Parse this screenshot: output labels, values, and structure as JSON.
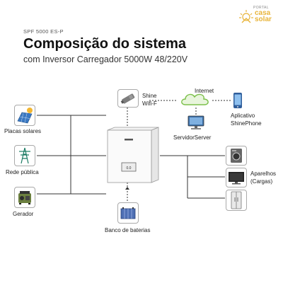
{
  "header": {
    "model": "SPF 5000 ES-P",
    "title": "Composição do sistema",
    "subtitle": "com Inversor Carregador 5000W 48/220V"
  },
  "logo": {
    "top": "PORTAL",
    "line1": "casa",
    "line2": "solar"
  },
  "labels": {
    "solar": "Placas solares",
    "grid": "Rede pública",
    "generator": "Gerador",
    "battery": "Banco de baterias",
    "wifi_1": "Shine",
    "wifi_2": "Wifi-F",
    "internet": "Internet",
    "server": "ServidorServer",
    "app_1": "Aplicativo",
    "app_2": "ShinePhone",
    "loads_1": "Aparelhos",
    "loads_2": "(Cargas)"
  },
  "colors": {
    "accent": "#e8b43a",
    "line": "#333333",
    "cloud": "#7cc04b"
  }
}
